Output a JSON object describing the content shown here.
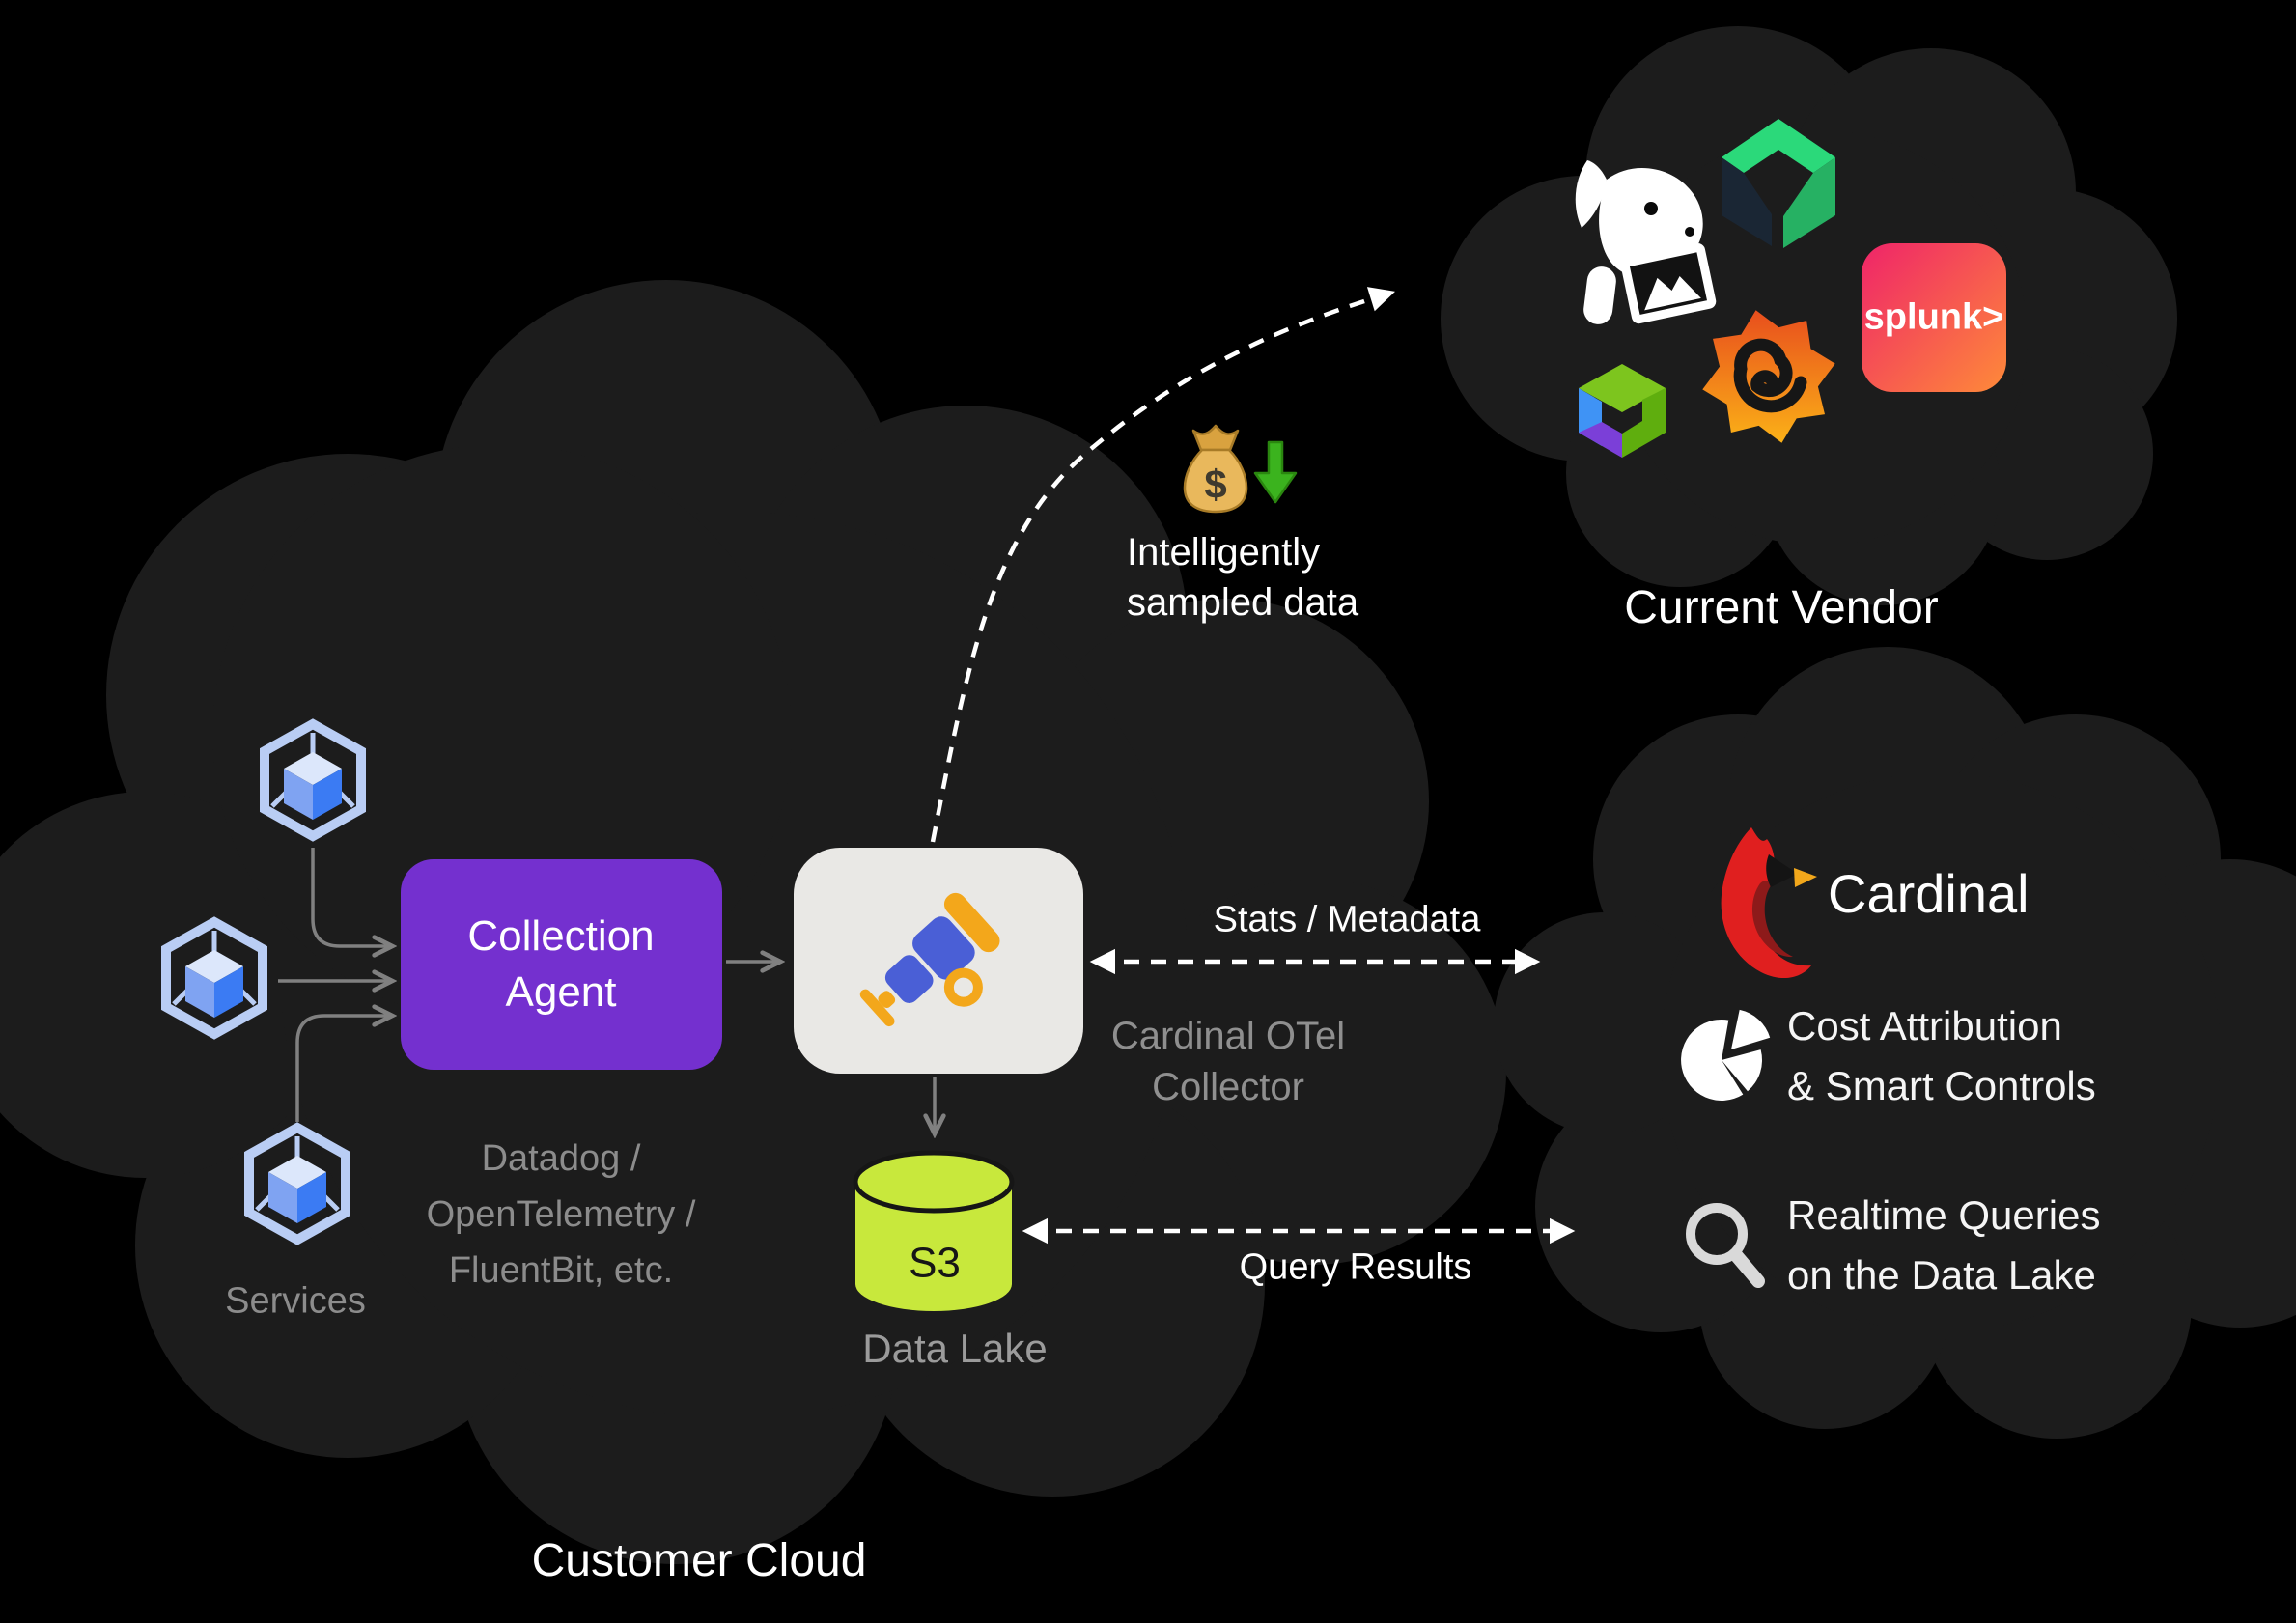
{
  "colors": {
    "background": "#000000",
    "cloud": "#1c1c1c",
    "agent_purple": "#7430cf",
    "collector_box": "#e9e8e5",
    "s3_lime": "#c8e83c",
    "arrow_gray": "#808080",
    "dashed_arrow_white": "#ffffff",
    "muted_text": "#8c8c8c",
    "otel_blue": "#4a5fd6",
    "otel_orange": "#f3a71b",
    "cardinal_red": "#e01f1f",
    "money_green": "#3bb31e"
  },
  "customer_cloud": {
    "title": "Customer Cloud",
    "services": {
      "label": "Services",
      "icon": "service-cube-icon",
      "count": 3
    },
    "collection_agent": {
      "label": "Collection\nAgent",
      "sublabel": "Datadog /\nOpenTelemetry /\nFluentBit, etc."
    },
    "otel_collector": {
      "label": "Cardinal OTel\nCollector",
      "icon": "telescope-icon"
    },
    "data_lake": {
      "badge": "S3",
      "label": "Data Lake",
      "icon": "s3-cylinder-icon"
    }
  },
  "flows": {
    "sampled_data": {
      "label": "Intelligently\nsampled data",
      "icons": [
        "money-bag-icon",
        "decrease-arrow-icon"
      ],
      "currency_symbol": "$",
      "style": "dashed-curved-arrow-to-current-vendor"
    },
    "stats_metadata": {
      "label": "Stats / Metadata",
      "style": "dashed-double-headed-arrow"
    },
    "query_results": {
      "label": "Query Results",
      "style": "dashed-double-headed-arrow"
    }
  },
  "current_vendor": {
    "title": "Current Vendor",
    "logos": [
      "datadog-logo",
      "chronosphere-logo",
      "splunk-logo",
      "grafana-logo",
      "observability-cube-logo"
    ],
    "splunk_label": "splunk>"
  },
  "cardinal": {
    "brand": "Cardinal",
    "logo": "cardinal-bird-logo",
    "features": [
      {
        "icon": "pie-chart-icon",
        "text": "Cost Attribution\n& Smart Controls"
      },
      {
        "icon": "search-icon",
        "text": "Realtime Queries\non the Data Lake"
      }
    ]
  }
}
